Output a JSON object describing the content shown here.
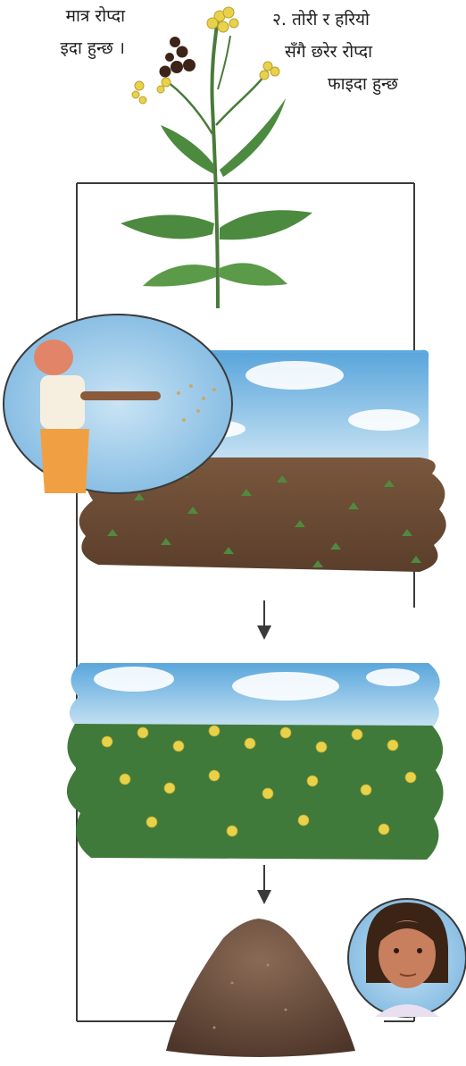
{
  "caption_left": {
    "line1": "मात्र रोप्दा",
    "line2": "इदा हुन्छ ।"
  },
  "caption_right": {
    "line1": "२. तोरी र हरियो",
    "line2": "सँगै छरेर रोप्दा",
    "line3": "फाइदा हुन्छ"
  },
  "colors": {
    "frame": "#3a3a3a",
    "soil": "#6b4a33",
    "sky": "#8fc6ea",
    "leaf": "#3f7a3a",
    "flower": "#e8d24a"
  },
  "icons": [
    "mustard-plant-icon",
    "seeds-icon",
    "farmer-sowing-icon",
    "arrow-down-icon",
    "young-woman-portrait-icon",
    "soil-pile-icon"
  ]
}
